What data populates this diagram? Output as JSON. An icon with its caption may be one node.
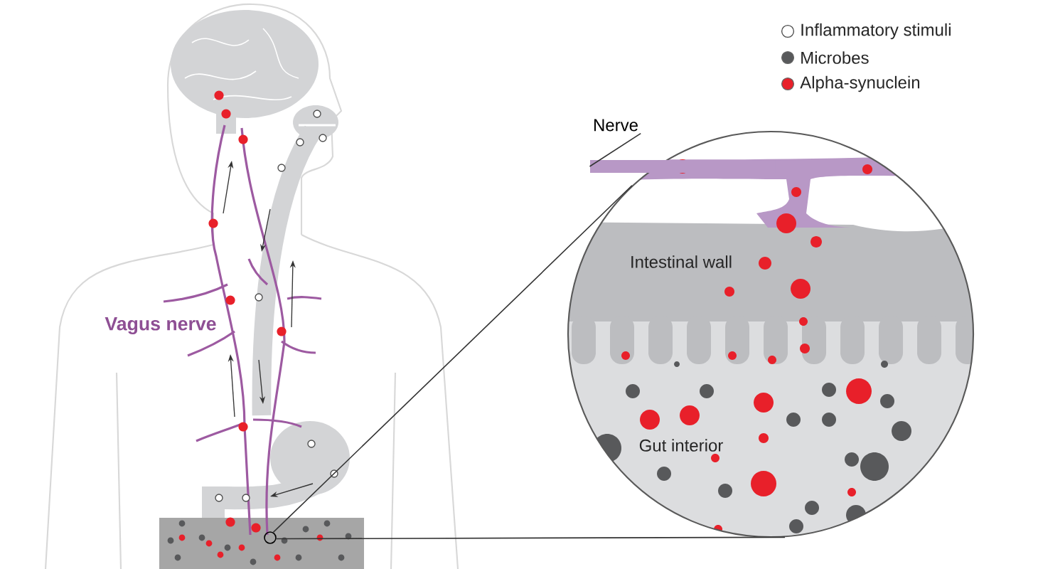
{
  "diagram": {
    "nodes": [
      {
        "text": [],
        "shape": "circle"
      },
      {
        "text": [],
        "shape": "circle"
      },
      {
        "text": [
          "Nerve"
        ]
      },
      {
        "text": [],
        "shape": "bar",
        "in": 0
      }
    ],
    "edges": [
      {
        "from": 1,
        "to": 0,
        "arrow": "none"
      },
      {
        "from": 1,
        "to": 0,
        "arrow": "none"
      },
      {
        "from": 2,
        "to": 3,
        "arrow": "none"
      }
    ],
    "labels": [
      "Vagus nerve",
      "Intestinal wall",
      "Gut interior"
    ],
    "legend": [
      {
        "text": "Inflammatory stimuli"
      },
      {
        "text": "Microbes",
        "color": "#58595b"
      },
      {
        "text": "Alpha-synuclein",
        "color": "#e8202a"
      }
    ]
  }
}
